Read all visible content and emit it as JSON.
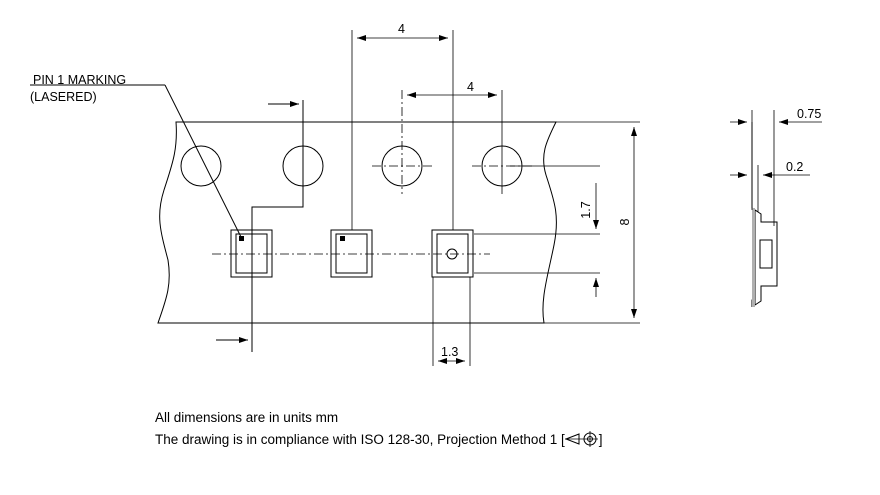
{
  "label": {
    "pin1_line1": "PIN 1 MARKING",
    "pin1_line2": "(LASERED)"
  },
  "dimensions": {
    "hole_pitch": "4",
    "pocket_pitch": "4",
    "pocket_offset": "1.7",
    "tape_width": "8",
    "pocket_width": "1.3",
    "tape_thickness": "0.75",
    "cover_thickness": "0.2"
  },
  "notes": {
    "units": "All dimensions are in units mm",
    "compliance_prefix": "The drawing is in compliance with ISO 128-30, Projection Method 1 [",
    "compliance_suffix": "]"
  }
}
